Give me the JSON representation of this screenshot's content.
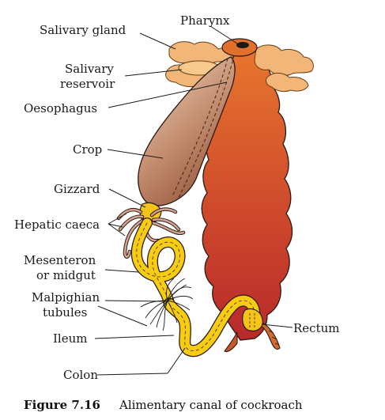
{
  "labels": {
    "pharynx": "Pharynx",
    "salivary_gland": "Salivary gland",
    "salivary_reservoir_1": "Salivary",
    "salivary_reservoir_2": "reservoir",
    "oesophagus": "Oesophagus",
    "crop": "Crop",
    "gizzard": "Gizzard",
    "hepatic_caeca": "Hepatic caeca",
    "mesenteron_1": "Mesenteron",
    "mesenteron_2": "or midgut",
    "malpighian_1": "Malpighian",
    "malpighian_2": "tubules",
    "ileum": "Ileum",
    "colon": "Colon",
    "rectum": "Rectum"
  },
  "caption": {
    "number": "Figure 7.16",
    "text": "Alimentary canal of cockroach"
  },
  "colors": {
    "body_top": "#e8762e",
    "body_bottom": "#b8292a",
    "crop_light": "#e8cbb5",
    "crop_dark": "#9c5a3e",
    "gut_yellow": "#f7cc12",
    "salivary": "#f2b778",
    "outline": "#2a1a10"
  }
}
